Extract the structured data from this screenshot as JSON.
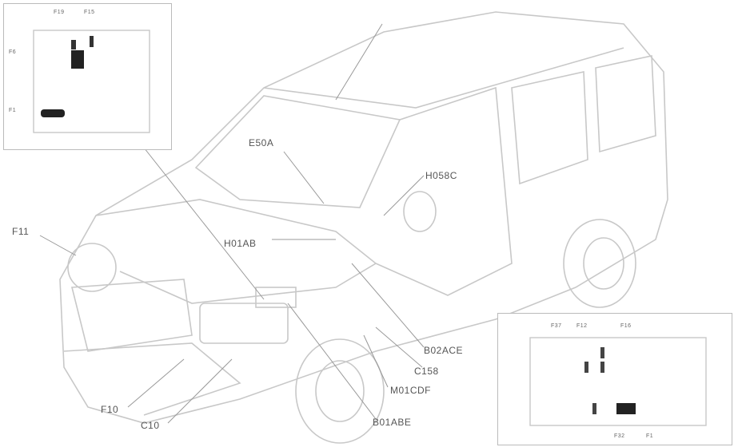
{
  "callouts": {
    "e50a": "E50A",
    "h058c": "H058C",
    "h01ab": "H01AB",
    "f11": "F11",
    "b02ace": "B02ACE",
    "c158": "C158",
    "m01cdf": "M01CDF",
    "f10": "F10",
    "c10": "C10",
    "b01abe": "B01ABE"
  },
  "inset_engine_fusebox": {
    "labels": [
      "F19",
      "F15",
      "F6",
      "F1"
    ]
  },
  "inset_dash_fusebox": {
    "labels": [
      "F37",
      "F12",
      "F16",
      "F32",
      "F1"
    ]
  },
  "colors": {
    "line": "#c8c8c8",
    "text": "#555555",
    "fuse": "#222222"
  }
}
